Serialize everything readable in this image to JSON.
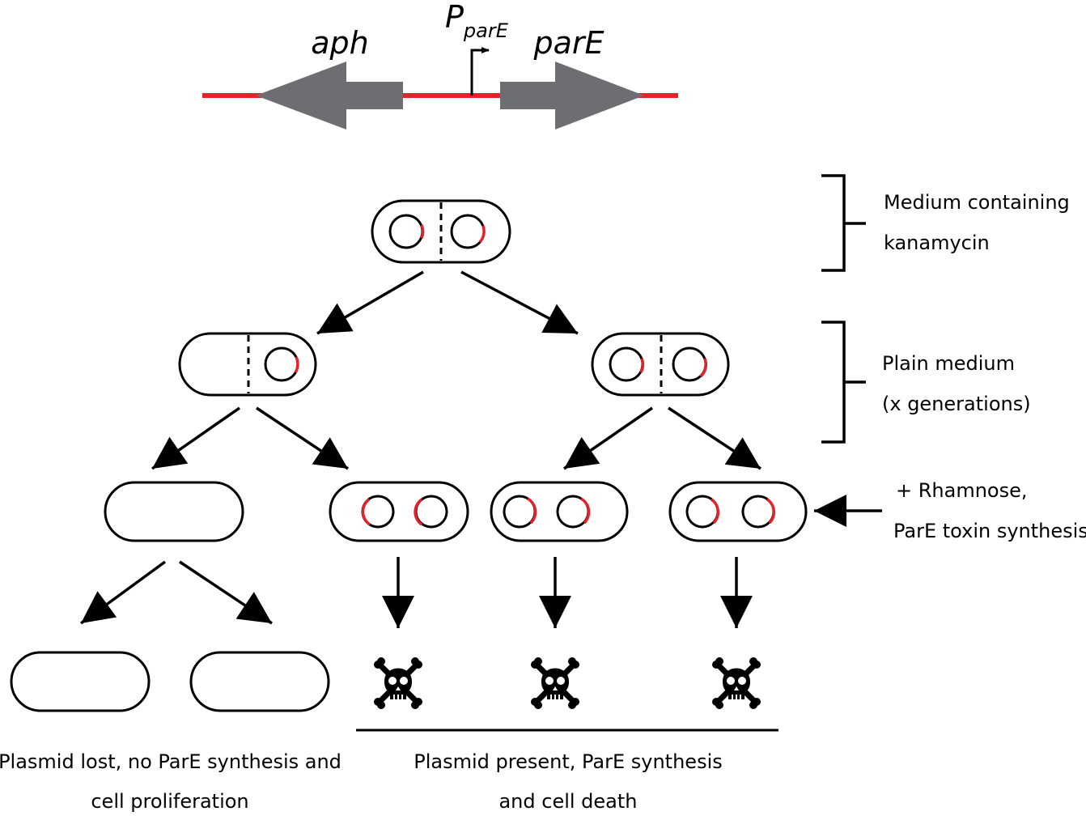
{
  "gene_map": {
    "aph_label": "aph",
    "promoter_label_main": "P",
    "promoter_label_sub": "parE",
    "parE_label": "parE",
    "colors": {
      "dna_line": "#e8202a",
      "gene_arrow": "#6d6e71"
    }
  },
  "brackets": {
    "medium_kan": [
      "Medium containing",
      "kanamycin"
    ],
    "plain_medium": [
      "Plain medium",
      "(x generations)"
    ],
    "rhamnose": [
      "+ Rhamnose,",
      "ParE toxin synthesis"
    ]
  },
  "outcomes": {
    "lost": [
      "Plasmid lost, no ParE synthesis and",
      "cell proliferation"
    ],
    "present": [
      "Plasmid present, ParE synthesis",
      "and cell death"
    ]
  },
  "colors": {
    "plasmid_marker": "#e8202a",
    "outline": "#000000"
  },
  "icons": {
    "death": "skull-and-crossbones-icon"
  }
}
